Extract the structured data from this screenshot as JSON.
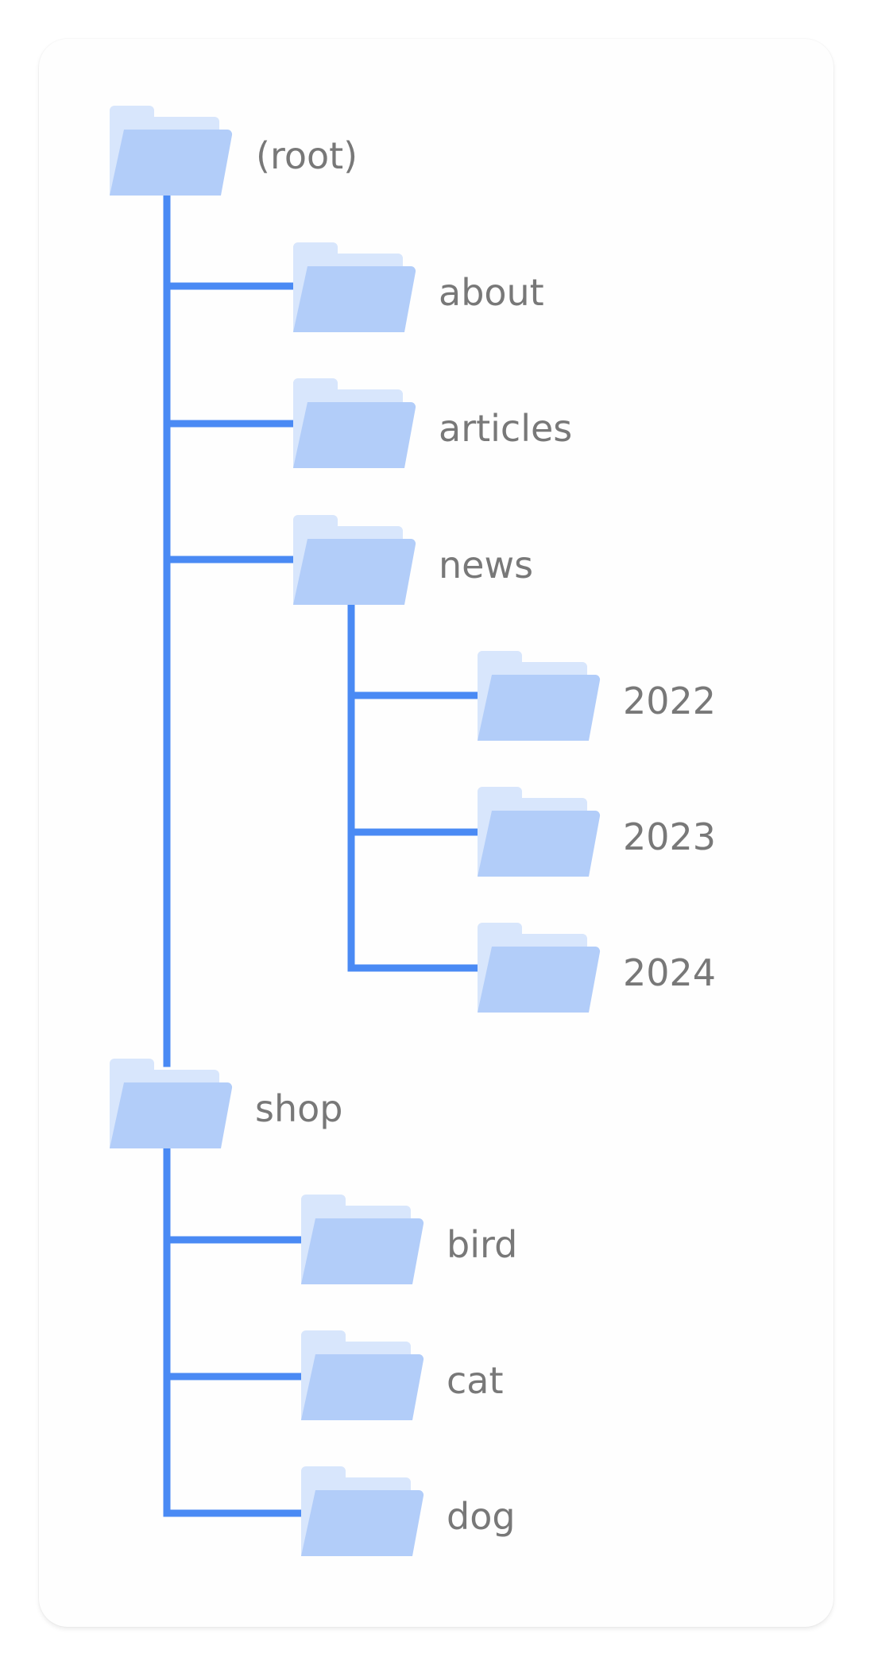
{
  "colors": {
    "connector": "#4a8af4",
    "folder_back": "#d8e6fc",
    "folder_front": "#b2cdf9",
    "label": "#787878"
  },
  "icon": "folder-icon",
  "tree": {
    "root": {
      "label": "(root)"
    },
    "items": [
      {
        "label": "about"
      },
      {
        "label": "articles"
      },
      {
        "label": "news"
      },
      {
        "label": "2022"
      },
      {
        "label": "2023"
      },
      {
        "label": "2024"
      },
      {
        "label": "shop"
      },
      {
        "label": "bird"
      },
      {
        "label": "cat"
      },
      {
        "label": "dog"
      }
    ]
  }
}
